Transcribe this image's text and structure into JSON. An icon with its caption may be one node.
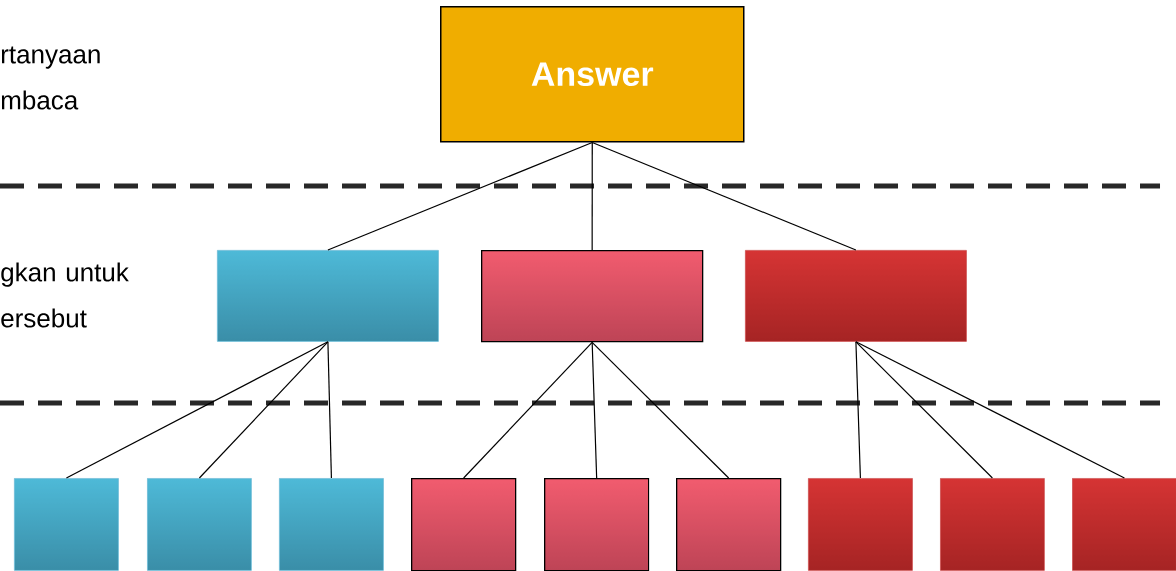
{
  "diagram": {
    "nodes": [
      {
        "text": [
          "Answer"
        ]
      },
      {
        "text": [],
        "shape": "box"
      },
      {
        "text": [],
        "shape": "box"
      },
      {
        "text": [],
        "shape": "box"
      },
      {
        "text": [],
        "shape": "box"
      },
      {
        "text": [],
        "shape": "box"
      },
      {
        "text": [],
        "shape": "box"
      },
      {
        "text": [],
        "shape": "box"
      },
      {
        "text": [],
        "shape": "box"
      },
      {
        "text": [],
        "shape": "box"
      },
      {
        "text": [],
        "shape": "box"
      },
      {
        "text": [],
        "shape": "box"
      },
      {
        "text": [],
        "shape": "box"
      }
    ],
    "edges": [
      {
        "from": 0,
        "to": 1,
        "arrow": "none"
      },
      {
        "from": 0,
        "to": 2,
        "arrow": "none"
      },
      {
        "from": 0,
        "to": 3,
        "arrow": "none"
      },
      {
        "from": 1,
        "to": 4,
        "arrow": "none"
      },
      {
        "from": 1,
        "to": 5,
        "arrow": "none"
      },
      {
        "from": 1,
        "to": 6,
        "arrow": "none"
      },
      {
        "from": 2,
        "to": 7,
        "arrow": "none"
      },
      {
        "from": 2,
        "to": 8,
        "arrow": "none"
      },
      {
        "from": 2,
        "to": 9,
        "arrow": "none"
      },
      {
        "from": 3,
        "to": 10,
        "arrow": "none"
      },
      {
        "from": 3,
        "to": 11,
        "arrow": "none"
      },
      {
        "from": 3,
        "to": 12,
        "arrow": "none"
      }
    ],
    "labels": [
      "rtanyaan mbaca",
      "gkan untuk ersebut"
    ]
  }
}
